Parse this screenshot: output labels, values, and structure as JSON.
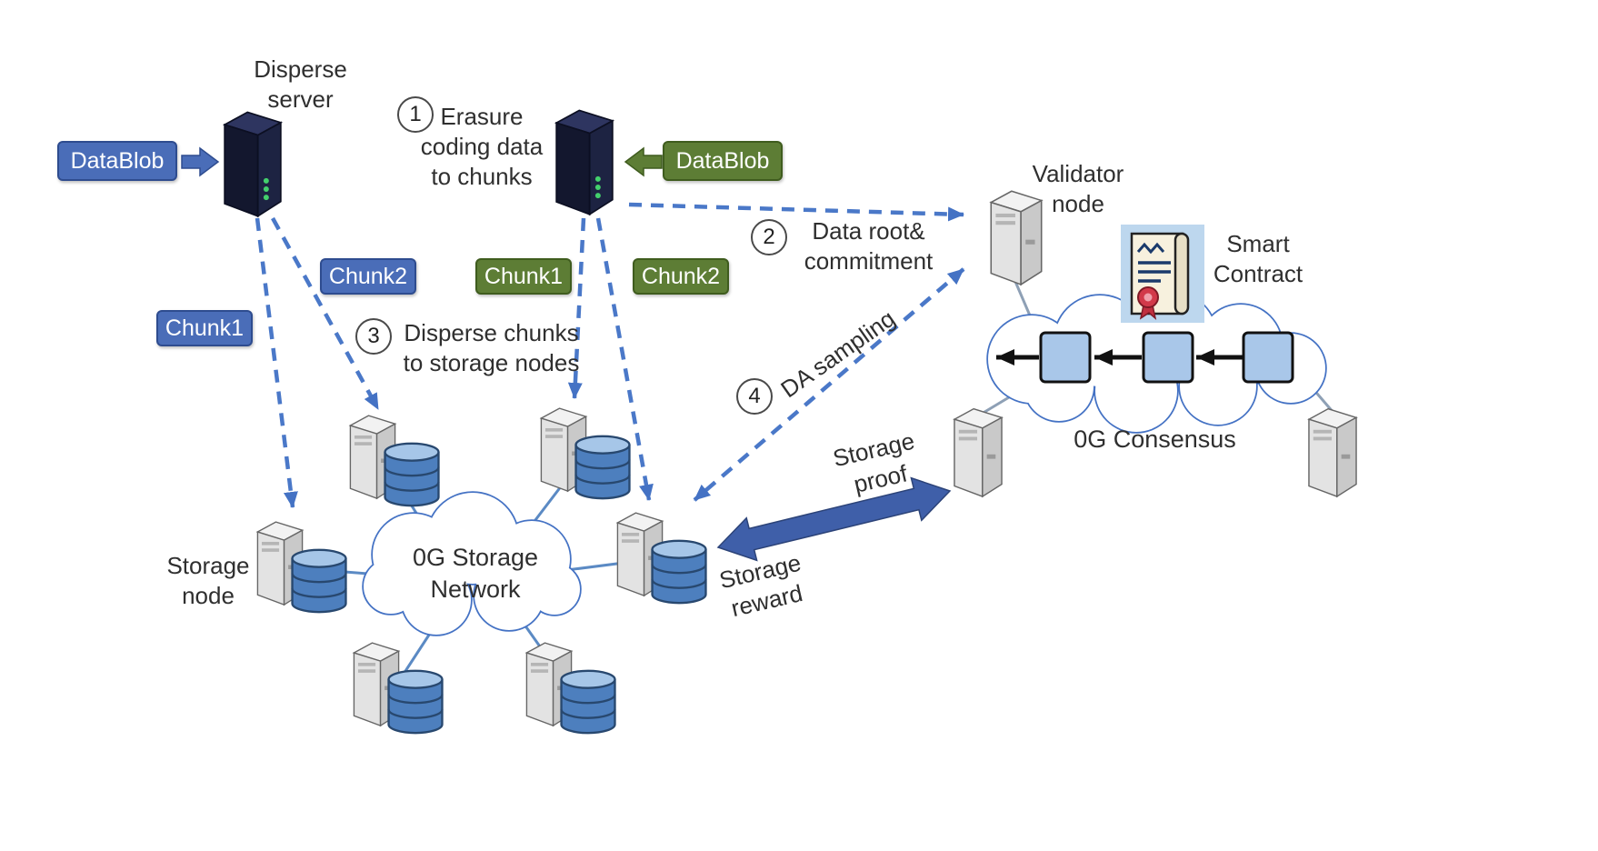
{
  "labels": {
    "disperse_server": "Disperse\nserver",
    "datablob_blue": "DataBlob",
    "datablob_green": "DataBlob",
    "chunk1_blue": "Chunk1",
    "chunk2_blue": "Chunk2",
    "chunk1_green": "Chunk1",
    "chunk2_green": "Chunk2",
    "validator_node": "Validator\nnode",
    "smart_contract": "Smart\nContract",
    "consensus": "0G Consensus",
    "storage_network": "0G Storage\nNetwork",
    "storage_node": "Storage\nnode",
    "storage_proof": "Storage\nproof",
    "storage_reward": "Storage\nreward"
  },
  "steps": [
    {
      "num": "1",
      "text": "Erasure\ncoding data\nto chunks"
    },
    {
      "num": "2",
      "text": "Data root&\ncommitment"
    },
    {
      "num": "3",
      "text": "Disperse chunks\nto storage nodes"
    },
    {
      "num": "4",
      "text": "DA sampling"
    }
  ],
  "colors": {
    "accent_blue": "#4472c4",
    "chip_blue": "#4a6db8",
    "chip_green": "#5d7d35",
    "block_fill": "#a9c7e9",
    "thick_arrow": "#3f5fa9"
  }
}
